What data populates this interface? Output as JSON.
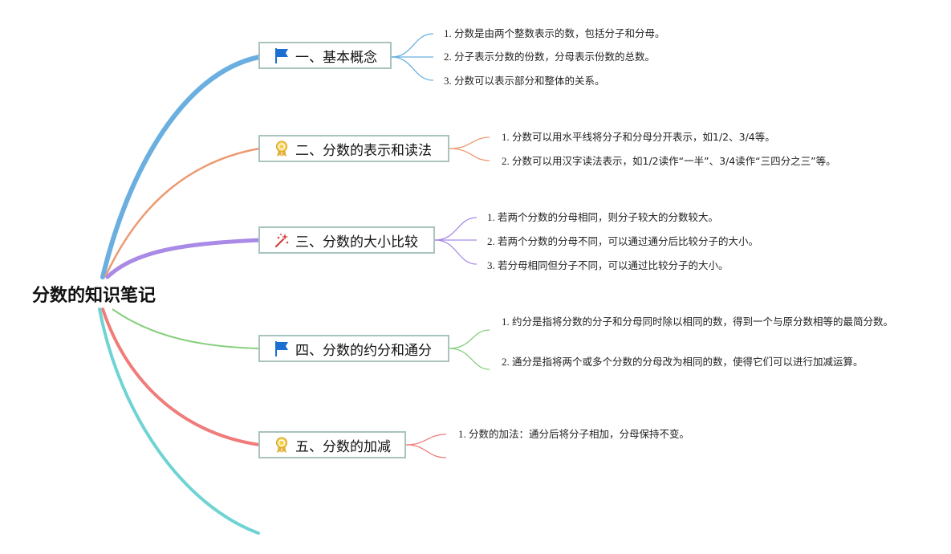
{
  "title": "分数的知识笔记",
  "colors": {
    "branch1": "#6aafe0",
    "branch2": "#ec9a72",
    "branch3": "#a98ae6",
    "branch4": "#86cf7c",
    "branch5": "#ef7c7a",
    "branch6": "#6fd3d3",
    "node_border": "#a9c3bf"
  },
  "topics": [
    {
      "label": "一、基本概念",
      "icon": "flag-icon",
      "items": [
        {
          "num": "1.",
          "text": "分数是由两个整数表示的数，包括分子和分母。"
        },
        {
          "num": "2.",
          "text": "分子表示分数的份数，分母表示份数的总数。"
        },
        {
          "num": "3.",
          "text": "分数可以表示部分和整体的关系。"
        }
      ]
    },
    {
      "label": "二、分数的表示和读法",
      "icon": "award-icon",
      "items": [
        {
          "num": "1.",
          "text": "分数可以用水平线将分子和分母分开表示，如1/2、3/4等。"
        },
        {
          "num": "2.",
          "text": "分数可以用汉字读法表示，如1/2读作“一半”、3/4读作“三四分之三”等。"
        }
      ]
    },
    {
      "label": "三、分数的大小比较",
      "icon": "sparkle-icon",
      "items": [
        {
          "num": "1.",
          "text": "若两个分数的分母相同，则分子较大的分数较大。"
        },
        {
          "num": "2.",
          "text": "若两个分数的分母不同，可以通过通分后比较分子的大小。"
        },
        {
          "num": "3.",
          "text": "若分母相同但分子不同，可以通过比较分子的大小。"
        }
      ]
    },
    {
      "label": "四、分数的约分和通分",
      "icon": "flag-icon",
      "items": [
        {
          "num": "1.",
          "text": "约分是指将分数的分子和分母同时除以相同的数，得到一个与原分数相等的最简分数。"
        },
        {
          "num": "2.",
          "text": "通分是指将两个或多个分数的分母改为相同的数，使得它们可以进行加减运算。"
        }
      ]
    },
    {
      "label": "五、分数的加减",
      "icon": "award-icon",
      "items": [
        {
          "num": "1.",
          "text": "分数的加法：通分后将分子相加，分母保持不变。"
        }
      ]
    }
  ]
}
